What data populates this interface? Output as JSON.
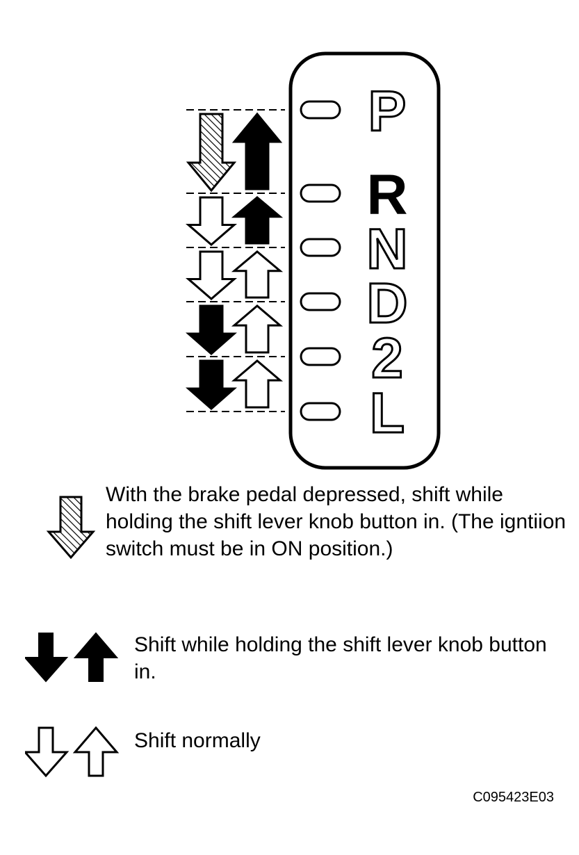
{
  "shift_gate": {
    "positions": [
      {
        "label": "P",
        "style": "outline"
      },
      {
        "label": "R",
        "style": "solid"
      },
      {
        "label": "N",
        "style": "outline"
      },
      {
        "label": "D",
        "style": "outline"
      },
      {
        "label": "2",
        "style": "outline"
      },
      {
        "label": "L",
        "style": "outline"
      }
    ],
    "transitions": [
      {
        "from": "P",
        "to": "R",
        "down": "hatched",
        "up": "solid"
      },
      {
        "from": "R",
        "to": "N",
        "down": "open",
        "up": "solid"
      },
      {
        "from": "N",
        "to": "D",
        "down": "open",
        "up": "open"
      },
      {
        "from": "D",
        "to": "2",
        "down": "solid",
        "up": "open"
      },
      {
        "from": "2",
        "to": "L",
        "down": "solid",
        "up": "open"
      }
    ]
  },
  "legend": [
    {
      "icon": "hatched-down-arrow-icon",
      "text": "With the brake pedal depressed, shift while holding the shift lever knob button in. (The igntiion switch must be in ON position.)"
    },
    {
      "icon": "solid-arrows-icon",
      "text": "Shift while holding the shift lever knob button in."
    },
    {
      "icon": "open-arrows-icon",
      "text": "Shift normally"
    }
  ],
  "figure_code": "C095423E03",
  "colors": {
    "ink": "#000000",
    "paper": "#ffffff"
  }
}
